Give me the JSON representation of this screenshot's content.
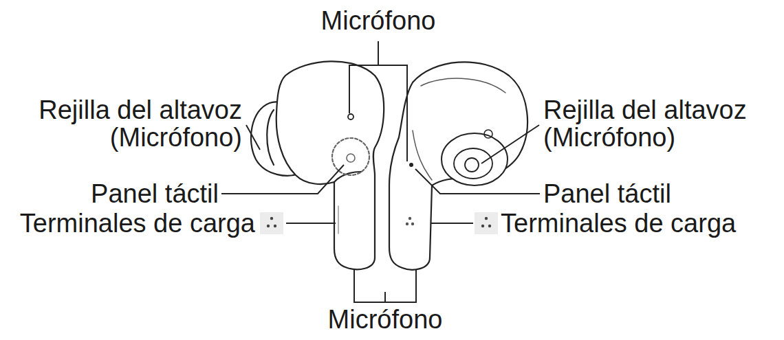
{
  "diagram": {
    "labels": [
      "Micrófono",
      "Rejilla del altavoz (Micrófono)",
      "Rejilla del altavoz (Micrófono)",
      "Panel táctil",
      "Panel táctil",
      "Terminales de carga",
      "Terminales de carga",
      "Micrófono"
    ]
  }
}
